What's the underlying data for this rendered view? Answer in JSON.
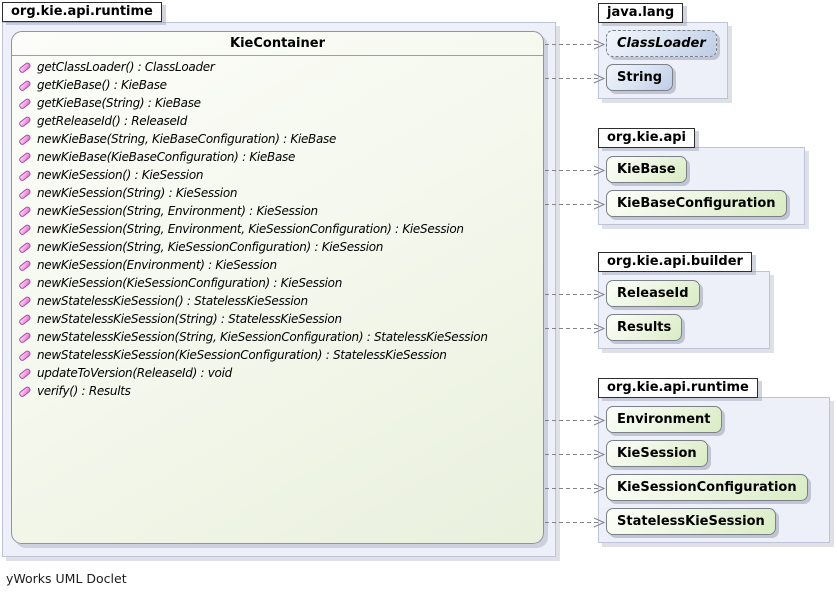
{
  "footer": "yWorks UML Doclet",
  "main_package": {
    "name": "org.kie.api.runtime",
    "class": {
      "name": "KieContainer",
      "methods": [
        "getClassLoader() : ClassLoader",
        "getKieBase() : KieBase",
        "getKieBase(String) : KieBase",
        "getReleaseId() : ReleaseId",
        "newKieBase(String, KieBaseConfiguration) : KieBase",
        "newKieBase(KieBaseConfiguration) : KieBase",
        "newKieSession() : KieSession",
        "newKieSession(String) : KieSession",
        "newKieSession(String, Environment) : KieSession",
        "newKieSession(String, Environment, KieSessionConfiguration) : KieSession",
        "newKieSession(String, KieSessionConfiguration) : KieSession",
        "newKieSession(Environment) : KieSession",
        "newKieSession(KieSessionConfiguration) : KieSession",
        "newStatelessKieSession() : StatelessKieSession",
        "newStatelessKieSession(String) : StatelessKieSession",
        "newStatelessKieSession(String, KieSessionConfiguration) : StatelessKieSession",
        "newStatelessKieSession(KieSessionConfiguration) : StatelessKieSession",
        "updateToVersion(ReleaseId) : void",
        "verify() : Results"
      ]
    }
  },
  "packages": [
    {
      "name": "java.lang",
      "nodes": [
        {
          "label": "ClassLoader",
          "color": "blue",
          "abstract": true
        },
        {
          "label": "String",
          "color": "blue",
          "abstract": false
        }
      ]
    },
    {
      "name": "org.kie.api",
      "nodes": [
        {
          "label": "KieBase",
          "color": "green",
          "abstract": false
        },
        {
          "label": "KieBaseConfiguration",
          "color": "green",
          "abstract": false
        }
      ]
    },
    {
      "name": "org.kie.api.builder",
      "nodes": [
        {
          "label": "ReleaseId",
          "color": "green",
          "abstract": false
        },
        {
          "label": "Results",
          "color": "green",
          "abstract": false
        }
      ]
    },
    {
      "name": "org.kie.api.runtime",
      "nodes": [
        {
          "label": "Environment",
          "color": "green",
          "abstract": false
        },
        {
          "label": "KieSession",
          "color": "green",
          "abstract": false
        },
        {
          "label": "KieSessionConfiguration",
          "color": "green",
          "abstract": false
        },
        {
          "label": "StatelessKieSession",
          "color": "green",
          "abstract": false
        }
      ]
    }
  ],
  "dependencies": {
    "from": "KieContainer",
    "to": [
      "ClassLoader",
      "String",
      "KieBase",
      "KieBaseConfiguration",
      "ReleaseId",
      "Results",
      "Environment",
      "KieSession",
      "KieSessionConfiguration",
      "StatelessKieSession"
    ]
  },
  "colors": {
    "package_fill": "#eef0f9",
    "class_box_fill": "#f3f7eb",
    "node_blue": "#dde6f4",
    "node_green": "#e4f0d5",
    "method_icon_pink": "#ea5fd4",
    "connector": "#848484"
  }
}
